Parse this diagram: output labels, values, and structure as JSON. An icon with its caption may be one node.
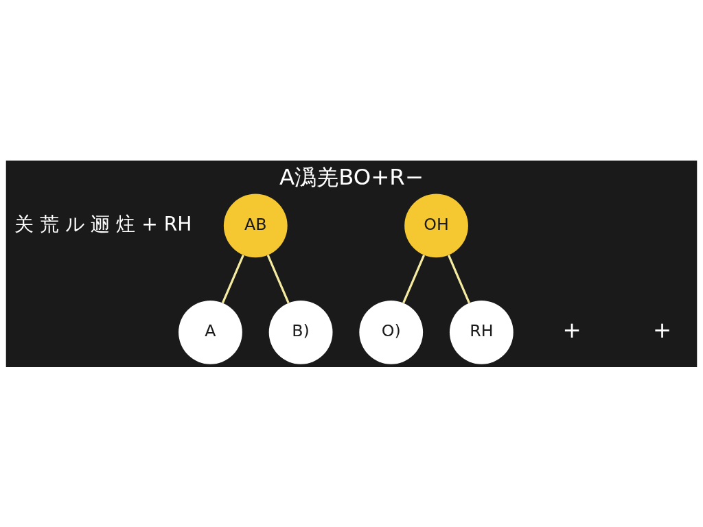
{
  "diagram": {
    "title": "A潙羌BO+R−",
    "nodes": [
      {
        "text": [
          "AB"
        ]
      },
      {
        "text": [
          "A"
        ]
      },
      {
        "text": [
          "B)"
        ]
      },
      {
        "text": [
          "OH"
        ]
      },
      {
        "text": [
          "O)"
        ]
      },
      {
        "text": [
          "RH"
        ]
      }
    ],
    "edges": [
      {
        "from": 0,
        "to": 1,
        "arrow": "none"
      },
      {
        "from": 0,
        "to": 2,
        "arrow": "none"
      },
      {
        "from": 3,
        "to": 4,
        "arrow": "none"
      },
      {
        "from": 3,
        "to": 5,
        "arrow": "none"
      }
    ],
    "labels": [
      "关 荒 ル 逦 炷 + RH",
      "+",
      "+"
    ]
  }
}
